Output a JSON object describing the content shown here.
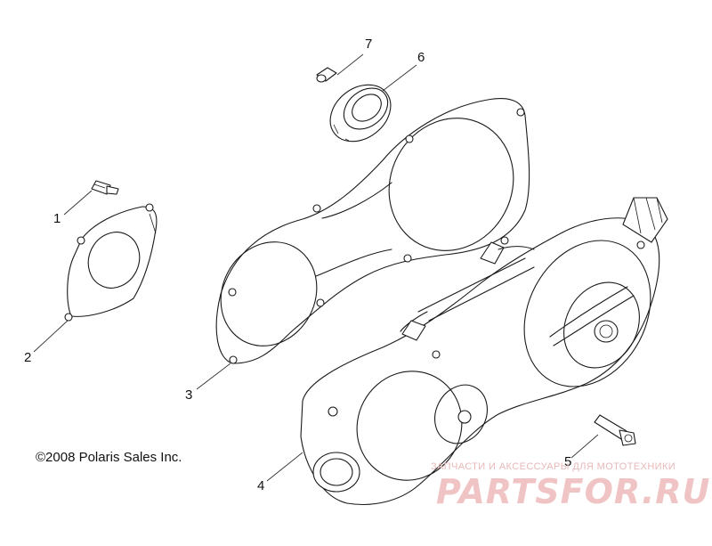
{
  "callouts": {
    "c1": "1",
    "c2": "2",
    "c3": "3",
    "c4": "4",
    "c5": "5",
    "c6": "6",
    "c7": "7"
  },
  "copyright": "©2008 Polaris Sales Inc.",
  "watermark": {
    "caption": "ЗАПЧАСТИ И АКСЕССУАРЫ ДЛЯ МОТОТЕХНИКИ",
    "logo": "PARTSFOR.RU",
    "caption_color": "#e8b8b8",
    "logo_color": "#f0c4c4"
  }
}
